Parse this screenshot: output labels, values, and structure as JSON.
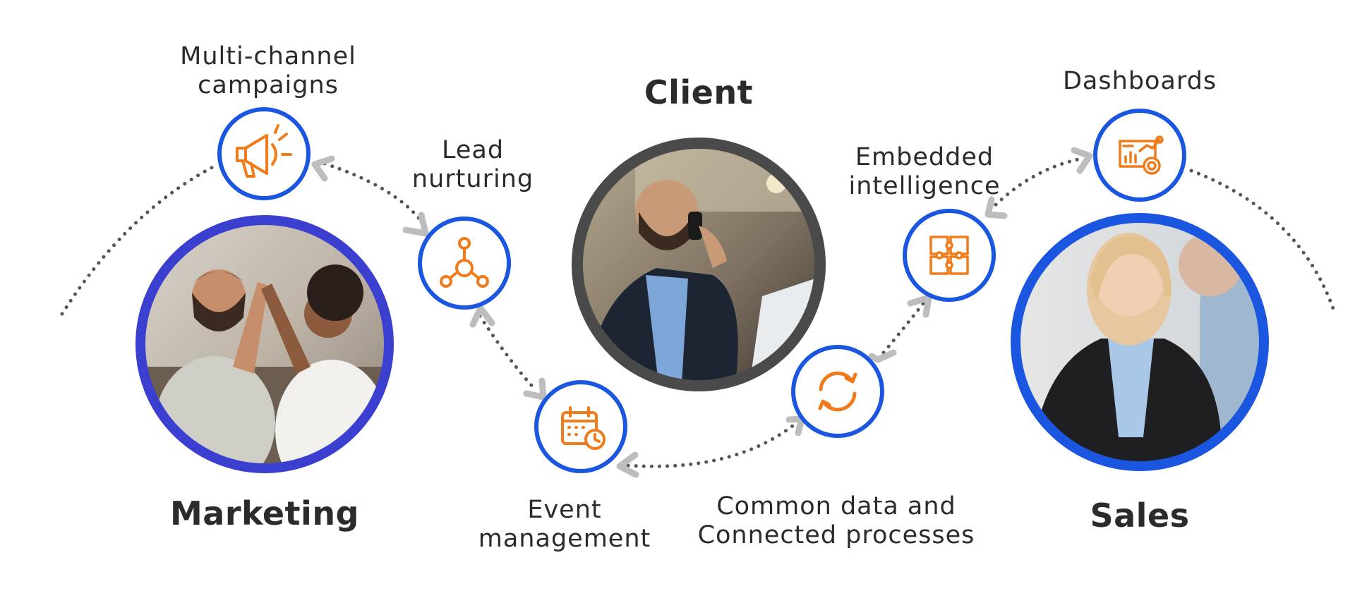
{
  "colors": {
    "blue_ring": "#1a56e0",
    "marketing_ring": "#3b3fd0",
    "client_ring": "#4a4a4a",
    "icon_orange": "#f07b1a",
    "dotted": "#555555",
    "arrowhead": "#bdbdbd",
    "text": "#2b2b2b"
  },
  "labels": {
    "client": "Client",
    "marketing": "Marketing",
    "sales": "Sales",
    "multichannel": [
      "Multi-channel",
      "campaigns"
    ],
    "lead": [
      "Lead",
      "nurturing"
    ],
    "event": [
      "Event",
      "management"
    ],
    "common": [
      "Common data and",
      "Connected processes"
    ],
    "embedded": [
      "Embedded",
      "intelligence"
    ],
    "dashboards": "Dashboards"
  },
  "nodes": [
    {
      "id": "multichannel",
      "icon": "megaphone-icon"
    },
    {
      "id": "lead",
      "icon": "network-icon"
    },
    {
      "id": "event",
      "icon": "calendar-clock-icon"
    },
    {
      "id": "common",
      "icon": "refresh-icon"
    },
    {
      "id": "embedded",
      "icon": "puzzle-icon"
    },
    {
      "id": "dashboards",
      "icon": "dashboard-chart-icon"
    }
  ],
  "photos": [
    {
      "id": "marketing",
      "icon": "high-five-photo"
    },
    {
      "id": "client",
      "icon": "businessman-phone-photo"
    },
    {
      "id": "sales",
      "icon": "businesswoman-photo"
    }
  ]
}
